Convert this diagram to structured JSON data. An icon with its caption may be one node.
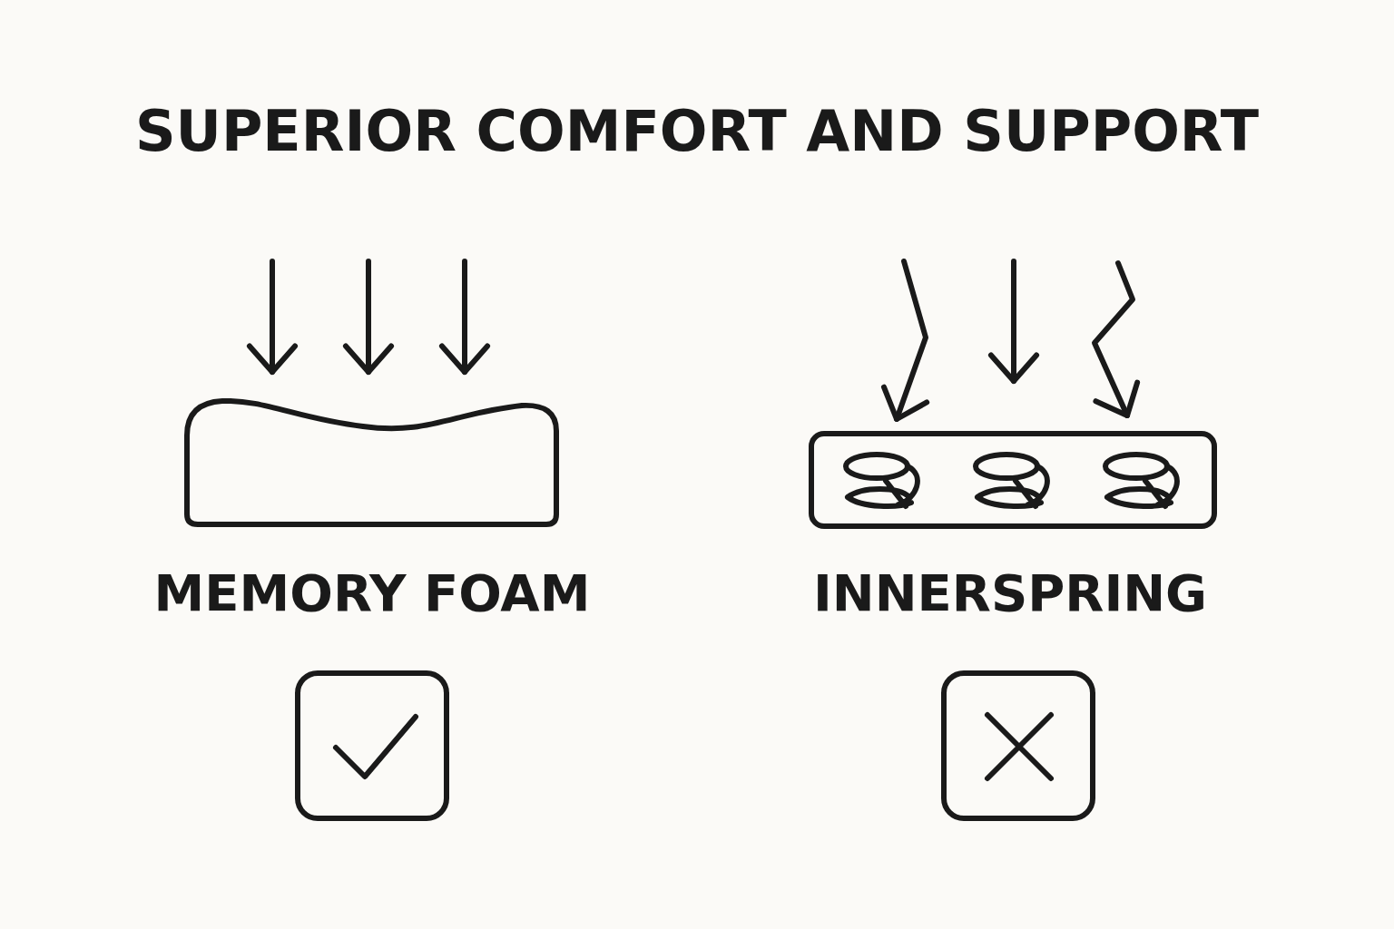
{
  "diagram": {
    "title": "SUPERIOR COMFORT AND SUPPORT",
    "labels": [
      "MEMORY FOAM",
      "INNERSPRING"
    ]
  }
}
